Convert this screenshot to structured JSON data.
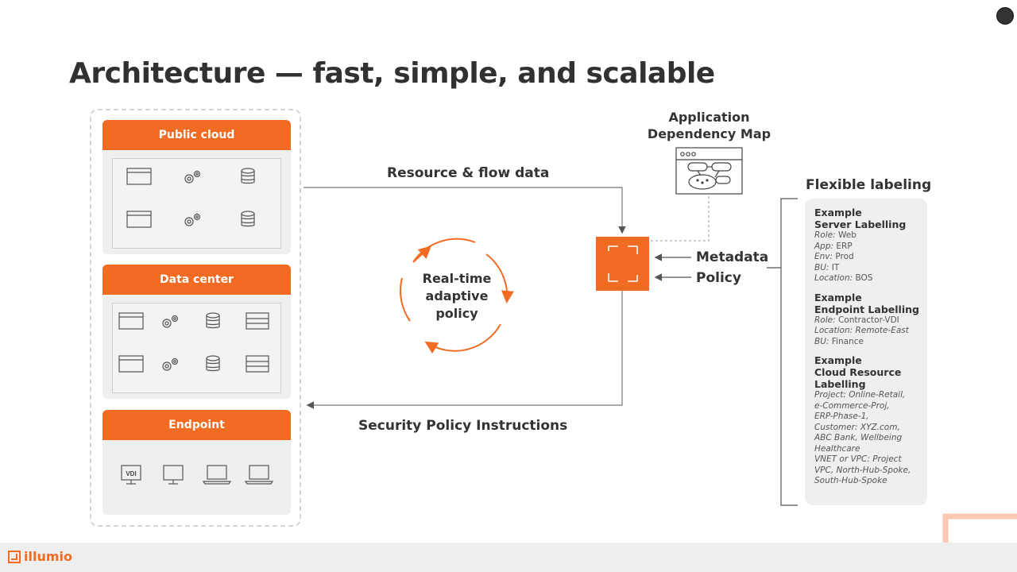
{
  "title": "Architecture — fast, simple, and scalable",
  "panels": {
    "public_cloud": "Public cloud",
    "data_center": "Data center",
    "endpoint": "Endpoint",
    "vdi": "VDI"
  },
  "flows": {
    "resource_flow": "Resource & flow data",
    "security_policy": "Security Policy Instructions",
    "metadata": "Metadata",
    "policy": "Policy"
  },
  "cycle": {
    "line1": "Real-time",
    "line2": "adaptive",
    "line3": "policy"
  },
  "adm": {
    "line1": "Application",
    "line2": "Dependency Map"
  },
  "labeling": {
    "title": "Flexible labeling",
    "server": {
      "head1": "Example",
      "head2": "Server Labelling",
      "role_k": "Role:",
      "role_v": " Web",
      "app_k": "App:",
      "app_v": " ERP",
      "env_k": "Env:",
      "env_v": " Prod",
      "bu_k": "BU:",
      "bu_v": " IT",
      "loc_k": "Location:",
      "loc_v": " BOS"
    },
    "endpoint": {
      "head1": "Example",
      "head2": "Endpoint Labelling",
      "role_k": "Role:",
      "role_v": " Contractor-VDI",
      "loc_k": "Location: Remote-East",
      "bu_k": "BU:",
      "bu_v": " Finance"
    },
    "cloud": {
      "head1": "Example",
      "head2": "Cloud Resource",
      "head3": "Labelling",
      "l1": "Project: Online-Retail,",
      "l2": "e-Commerce-Proj,",
      "l3": "ERP-Phase-1,",
      "l4": "Customer: XYZ.com,",
      "l5": "ABC Bank, Wellbeing",
      "l6": "Healthcare",
      "l7": "VNET or VPC: Project",
      "l8": "VPC, North-Hub-Spoke,",
      "l9": "South-Hub-Spoke"
    }
  },
  "footer": {
    "brand": "illumio"
  },
  "colors": {
    "accent": "#f26b22",
    "panel_bg": "#efefef",
    "text": "#2f3133"
  }
}
